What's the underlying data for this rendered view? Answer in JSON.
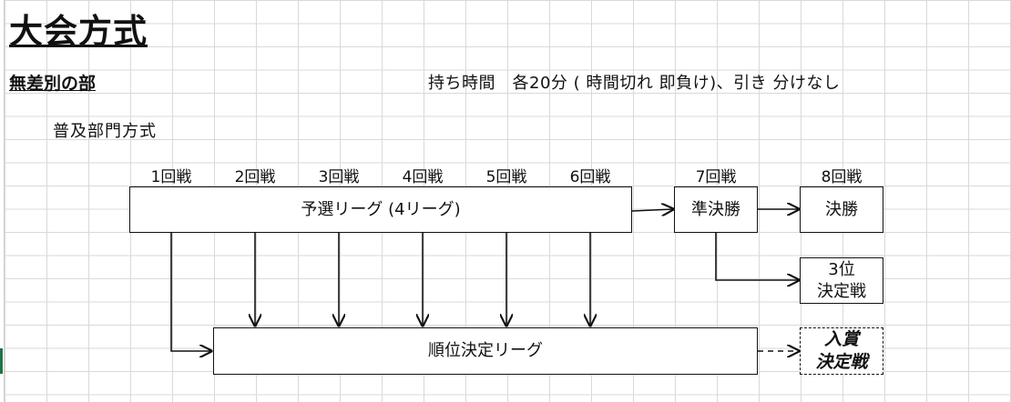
{
  "title": "大会方式",
  "division": "無差別の部",
  "time_control": "持ち時間　各20分 ( 時間切れ 即負け)、引き 分けなし",
  "method": "普及部門方式",
  "rounds": [
    "1回戦",
    "2回戦",
    "3回戦",
    "4回戦",
    "5回戦",
    "6回戦",
    "7回戦",
    "8回戦"
  ],
  "boxes": {
    "preliminary": "予選リーグ (4リーグ)",
    "semifinal": "準決勝",
    "final": "決勝",
    "third_place": "3位\n決定戦",
    "ranking_league": "順位決定リーグ",
    "prize": "入賞\n決定戦"
  }
}
